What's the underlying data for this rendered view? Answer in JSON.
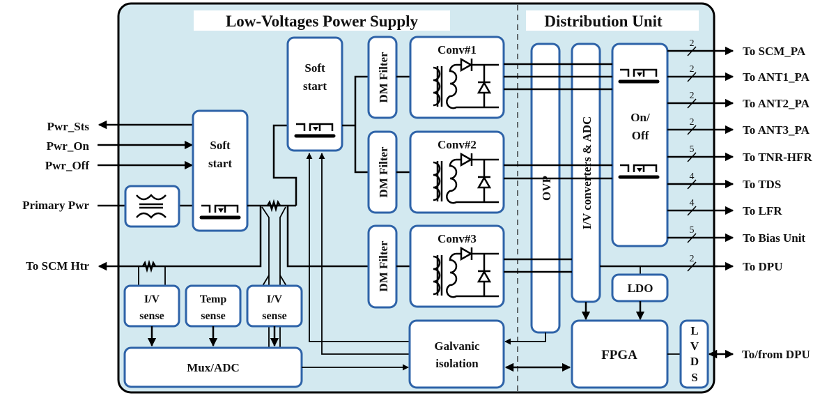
{
  "sections": {
    "lv_power_supply": "Low-Voltages Power Supply",
    "distribution_unit": "Distribution Unit"
  },
  "inputs": {
    "pwr_sts": "Pwr_Sts",
    "pwr_on": "Pwr_On",
    "pwr_off": "Pwr_Off",
    "primary_pwr": "Primary Pwr",
    "scm_htr": "To SCM Htr"
  },
  "blocks": {
    "soft_start_1_line1": "Soft",
    "soft_start_1_line2": "start",
    "soft_start_2_line1": "Soft",
    "soft_start_2_line2": "start",
    "dm_filter_1": "DM Filter",
    "dm_filter_2": "DM Filter",
    "dm_filter_3": "DM Filter",
    "conv1": "Conv#1",
    "conv2": "Conv#2",
    "conv3": "Conv#3",
    "ovp": "OVP",
    "iv_adc": "I/V converters & ADC",
    "onoff_line1": "On/",
    "onoff_line2": "Off",
    "ldo": "LDO",
    "fpga": "FPGA",
    "lvds": [
      "L",
      "V",
      "D",
      "S"
    ],
    "iv_sense_1_line1": "I/V",
    "iv_sense_1_line2": "sense",
    "temp_sense_line1": "Temp",
    "temp_sense_line2": "sense",
    "iv_sense_2_line1": "I/V",
    "iv_sense_2_line2": "sense",
    "mux_adc": "Mux/ADC",
    "galvanic_line1": "Galvanic",
    "galvanic_line2": "isolation"
  },
  "outputs": [
    {
      "label": "To SCM_PA",
      "bus_width": "2"
    },
    {
      "label": "To ANT1_PA",
      "bus_width": "2"
    },
    {
      "label": "To ANT2_PA",
      "bus_width": "2"
    },
    {
      "label": "To ANT3_PA",
      "bus_width": "2"
    },
    {
      "label": "To TNR-HFR",
      "bus_width": "5"
    },
    {
      "label": "To TDS",
      "bus_width": "4"
    },
    {
      "label": "To LFR",
      "bus_width": "4"
    },
    {
      "label": "To Bias Unit",
      "bus_width": "5"
    },
    {
      "label": "To DPU",
      "bus_width": "2"
    }
  ],
  "dpu_link": "To/from DPU",
  "colors": {
    "panel_fill": "#d3e9f0",
    "box_stroke": "#2e63a8",
    "box_fill": "#ffffff",
    "line": "#000000"
  }
}
